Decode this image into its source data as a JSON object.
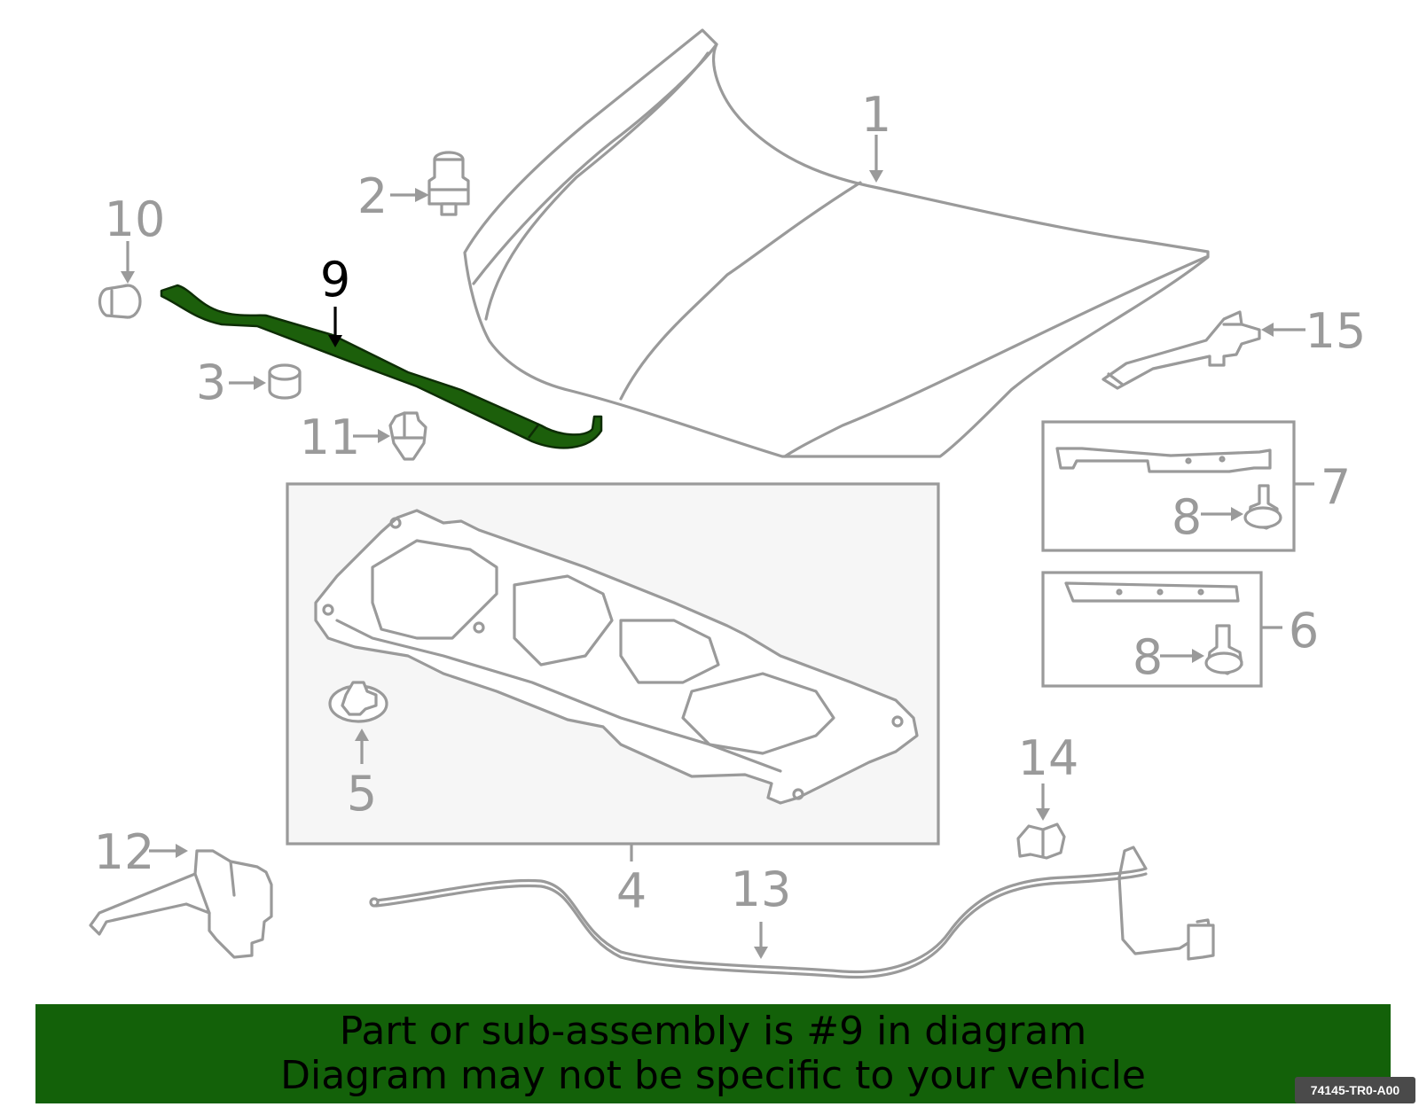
{
  "diagram": {
    "highlight_color": "#1c5f0b",
    "banner_color": "#136109",
    "highlighted_part": "9",
    "callouts": [
      {
        "id": "c1",
        "label": "1"
      },
      {
        "id": "c2",
        "label": "2"
      },
      {
        "id": "c3",
        "label": "3"
      },
      {
        "id": "c4",
        "label": "4"
      },
      {
        "id": "c5",
        "label": "5"
      },
      {
        "id": "c6",
        "label": "6"
      },
      {
        "id": "c7",
        "label": "7"
      },
      {
        "id": "c8a",
        "label": "8"
      },
      {
        "id": "c8b",
        "label": "8"
      },
      {
        "id": "c9",
        "label": "9"
      },
      {
        "id": "c10",
        "label": "10"
      },
      {
        "id": "c11",
        "label": "11"
      },
      {
        "id": "c12",
        "label": "12"
      },
      {
        "id": "c13",
        "label": "13"
      },
      {
        "id": "c14",
        "label": "14"
      },
      {
        "id": "c15",
        "label": "15"
      }
    ]
  },
  "banner": {
    "line1": "Part or sub-assembly is #9 in diagram",
    "line2": "Diagram may not be specific to your vehicle"
  },
  "reference_code": "74145-TR0-A00"
}
